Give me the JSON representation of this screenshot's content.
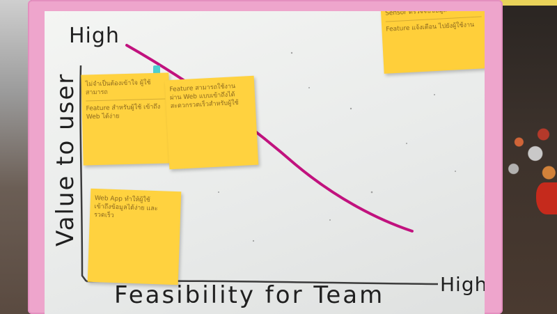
{
  "board": {
    "y_high": "High",
    "x_high": "High",
    "y_axis_label": "Value to user",
    "x_axis_label": "Feasibility for Team",
    "trend_line_color": "#c1127e"
  },
  "notes": [
    {
      "line1": "ไม่จำเป็นต้องเข้าใจ ผู้ใช้สามารถ",
      "line2": "Feature สำหรับผู้ใช้ เข้าถึง Web ได้ง่าย"
    },
    {
      "line1": "Feature สามารถใช้งาน",
      "line2": "ผ่าน Web แบบเข้าถึงได้ สะดวกรวดเร็วสำหรับผู้ใช้"
    },
    {
      "line1": "Web App ทำให้ผู้ใช้",
      "line2": "เข้าถึงข้อมูลได้ง่าย และรวดเร็ว"
    },
    {
      "line1": "Sensor ตรวจจับข้อมูล",
      "line2": "Feature แจ้งเตือน ไปยังผู้ใช้งาน"
    }
  ],
  "colors": {
    "frame": "#eea5cc",
    "sticky_note": "#ffd23f",
    "board": "#eeefee"
  }
}
